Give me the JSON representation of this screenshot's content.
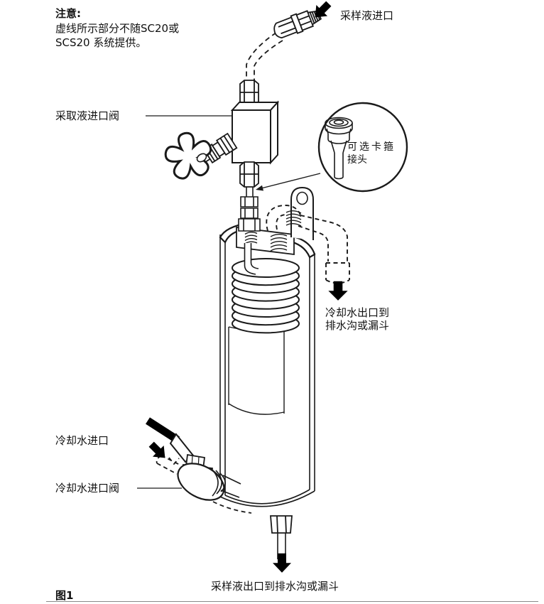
{
  "figure": {
    "note": {
      "title": "注意:",
      "line1": "虚线所示部分不随SC20或",
      "line2": "SCS20 系统提供。"
    },
    "labels": {
      "sample_inlet": "采样液进口",
      "sample_inlet_valve": "采取液进口阀",
      "optional_clamp_line1": "可选卡箍",
      "optional_clamp_line2": "接头",
      "cooling_out_line1": "冷却水出口到",
      "cooling_out_line2": "排水沟或漏斗",
      "cooling_in": "冷却水进口",
      "cooling_in_valve": "冷却水进口阀",
      "sample_outlet": "采样液出口到排水沟或漏斗",
      "figure_caption": "图1"
    },
    "colors": {
      "line": "#1a1a1a",
      "background": "#ffffff",
      "arrow_fill": "#000000"
    }
  }
}
